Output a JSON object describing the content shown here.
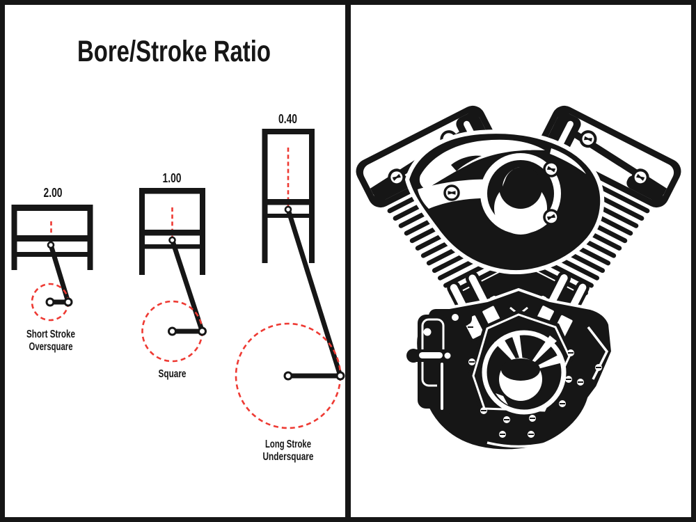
{
  "colors": {
    "ink": "#161616",
    "paper": "#ffffff",
    "accent_red": "#ee3a33"
  },
  "left_panel": {
    "title": "Bore/Stroke Ratio",
    "diagrams": [
      {
        "ratio": "2.00",
        "label_line1": "Short Stroke",
        "label_line2": "Oversquare"
      },
      {
        "ratio": "1.00",
        "label_line1": "Square",
        "label_line2": ""
      },
      {
        "ratio": "0.40",
        "label_line1": "Long Stroke",
        "label_line2": "Undersquare"
      }
    ]
  },
  "right_panel": {
    "illustration": "v-twin-motorcycle-engine"
  }
}
